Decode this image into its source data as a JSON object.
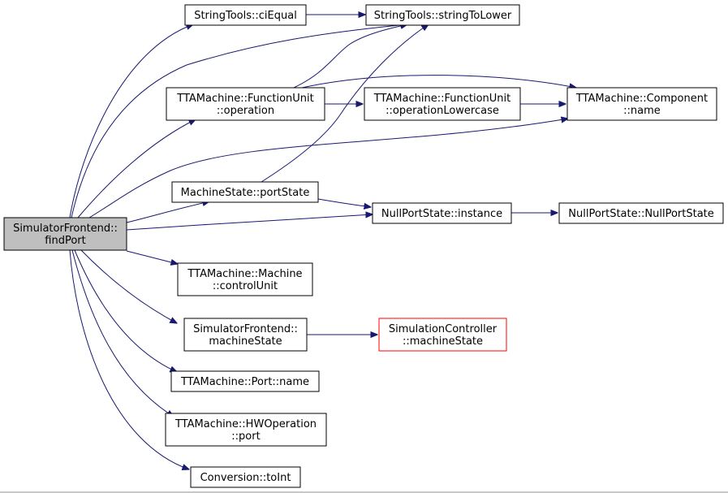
{
  "colors": {
    "edge": "#191970",
    "node_border": "#000000",
    "root_fill": "#bfbfbf",
    "truncated_border": "#ff0000"
  },
  "nodes": {
    "findPort": {
      "lines": [
        "SimulatorFrontend::",
        "findPort"
      ]
    },
    "ciEqual": {
      "lines": [
        "StringTools::ciEqual"
      ]
    },
    "stringToLower": {
      "lines": [
        "StringTools::stringToLower"
      ]
    },
    "fuOperation": {
      "lines": [
        "TTAMachine::FunctionUnit",
        "::operation"
      ]
    },
    "fuOpLower": {
      "lines": [
        "TTAMachine::FunctionUnit",
        "::operationLowercase"
      ]
    },
    "componentName": {
      "lines": [
        "TTAMachine::Component",
        "::name"
      ]
    },
    "portState": {
      "lines": [
        "MachineState::portState"
      ]
    },
    "npsInstance": {
      "lines": [
        "NullPortState::instance"
      ]
    },
    "npsCtor": {
      "lines": [
        "NullPortState::NullPortState"
      ]
    },
    "controlUnit": {
      "lines": [
        "TTAMachine::Machine",
        "::controlUnit"
      ]
    },
    "sfMachineState": {
      "lines": [
        "SimulatorFrontend::",
        "machineState"
      ]
    },
    "scMachineState": {
      "lines": [
        "SimulationController",
        "::machineState"
      ]
    },
    "portName": {
      "lines": [
        "TTAMachine::Port::name"
      ]
    },
    "hwPort": {
      "lines": [
        "TTAMachine::HWOperation",
        "::port"
      ]
    },
    "toInt": {
      "lines": [
        "Conversion::toInt"
      ]
    }
  },
  "edges": [
    [
      "findPort",
      "ciEqual"
    ],
    [
      "findPort",
      "stringToLower"
    ],
    [
      "findPort",
      "fuOperation"
    ],
    [
      "findPort",
      "componentName"
    ],
    [
      "findPort",
      "portState"
    ],
    [
      "findPort",
      "npsInstance"
    ],
    [
      "findPort",
      "controlUnit"
    ],
    [
      "findPort",
      "sfMachineState"
    ],
    [
      "findPort",
      "portName"
    ],
    [
      "findPort",
      "hwPort"
    ],
    [
      "findPort",
      "toInt"
    ],
    [
      "ciEqual",
      "stringToLower"
    ],
    [
      "fuOperation",
      "stringToLower"
    ],
    [
      "fuOperation",
      "fuOpLower"
    ],
    [
      "fuOperation",
      "componentName"
    ],
    [
      "fuOpLower",
      "componentName"
    ],
    [
      "portState",
      "stringToLower"
    ],
    [
      "portState",
      "npsInstance"
    ],
    [
      "npsInstance",
      "npsCtor"
    ],
    [
      "sfMachineState",
      "scMachineState"
    ]
  ]
}
